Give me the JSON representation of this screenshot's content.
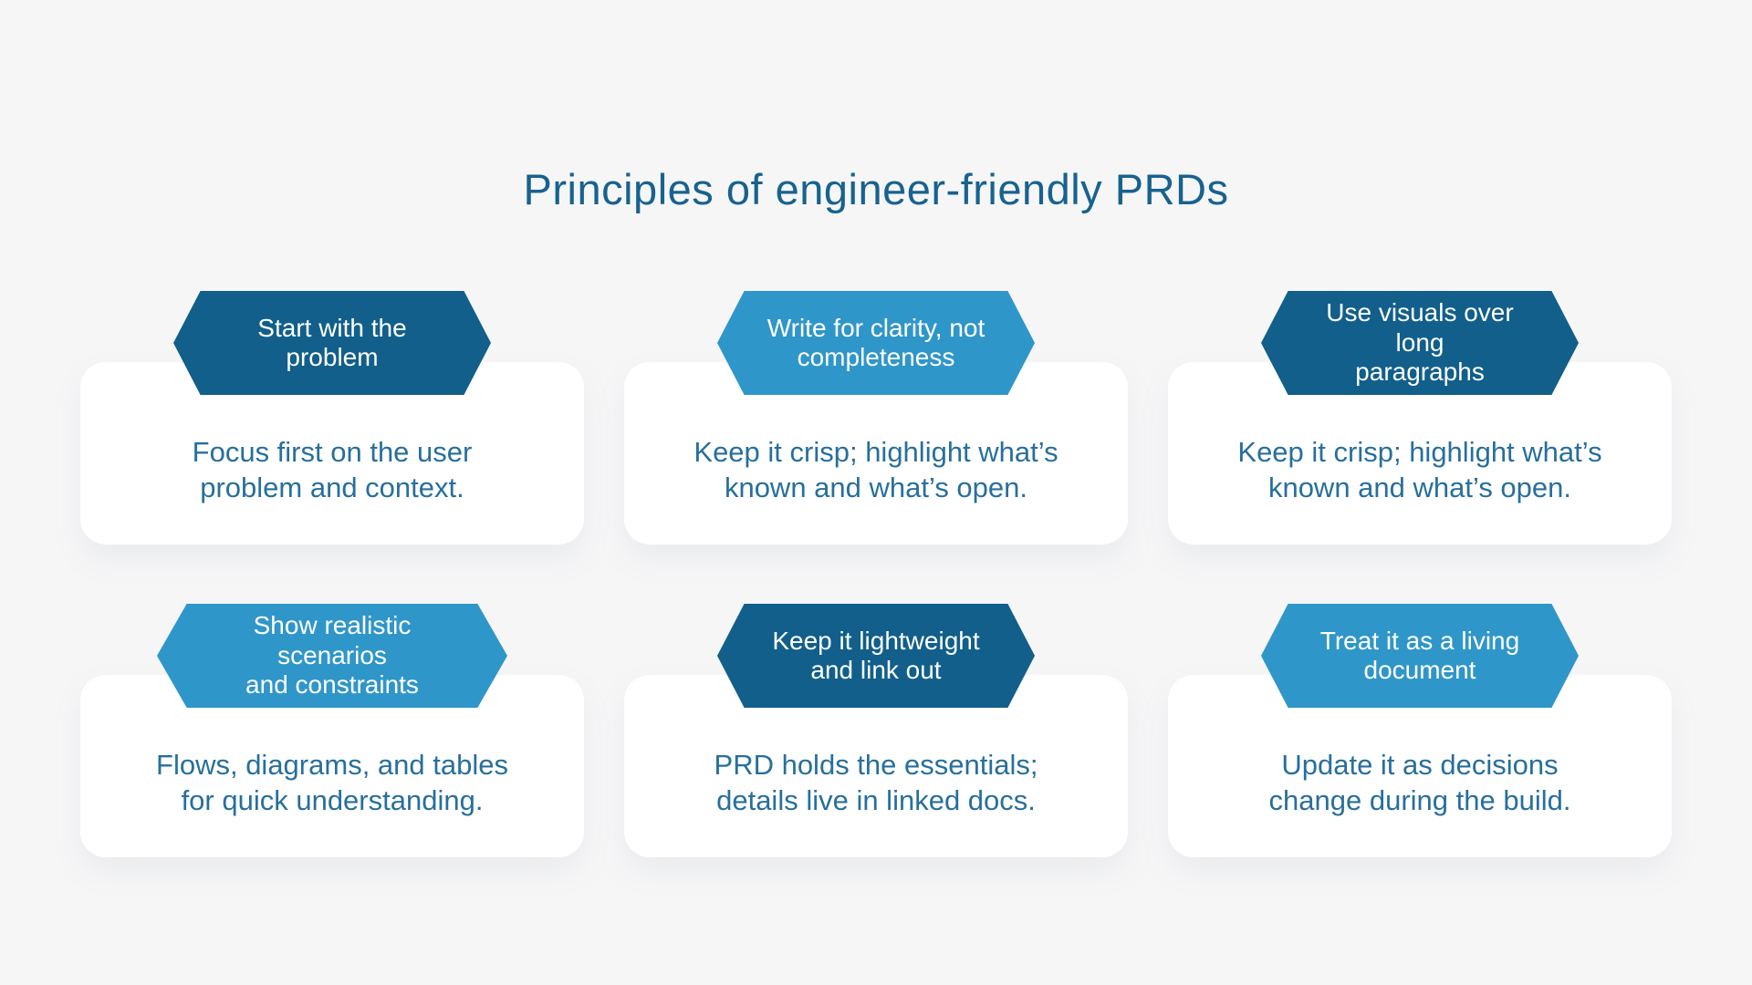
{
  "title": "Principles of engineer-friendly PRDs",
  "colors": {
    "background": "#f6f6f7",
    "card_background": "#ffffff",
    "badge_dark_blue": "#115f8a",
    "badge_light_blue": "#2f96c9",
    "title_text": "#17628f",
    "body_text": "#276f9c",
    "badge_text": "#ffffff"
  },
  "cards": [
    {
      "badge": "Start with the\nproblem",
      "badge_tone": "dark",
      "description": "Focus first on the user\nproblem and context."
    },
    {
      "badge": "Write for clarity, not\ncompleteness",
      "badge_tone": "light",
      "description": "Keep it crisp; highlight what’s\nknown and what’s open."
    },
    {
      "badge": "Use visuals over long\nparagraphs",
      "badge_tone": "dark",
      "description": "Keep it crisp; highlight what’s\nknown and what’s open."
    },
    {
      "badge": "Show realistic scenarios\nand constraints",
      "badge_tone": "light",
      "description": "Flows, diagrams, and tables\nfor quick understanding."
    },
    {
      "badge": "Keep it lightweight\nand link out",
      "badge_tone": "dark",
      "description": "PRD holds the essentials;\ndetails live in linked docs."
    },
    {
      "badge": "Treat it as a living\ndocument",
      "badge_tone": "light",
      "description": "Update it as decisions\nchange during the build."
    }
  ]
}
